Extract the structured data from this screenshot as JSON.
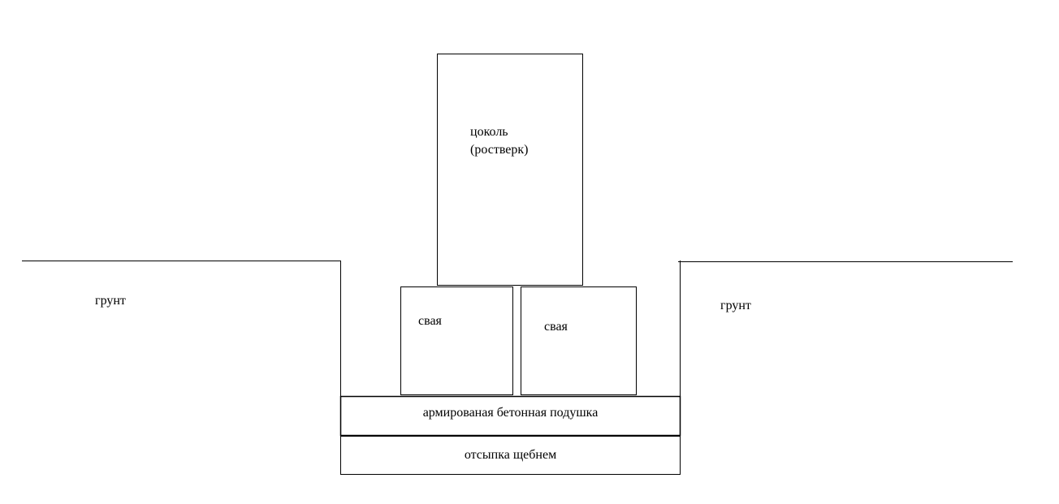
{
  "labels": {
    "plinth_line1": "цоколь",
    "plinth_line2": "(ростверк)",
    "soil_left": "грунт",
    "soil_right": "грунт",
    "pile_left": "свая",
    "pile_right": "свая",
    "concrete_pad": "армированая бетонная подушка",
    "gravel_fill": "отсыпка щебнем"
  },
  "colors": {
    "stroke": "#000000",
    "background": "#ffffff"
  }
}
